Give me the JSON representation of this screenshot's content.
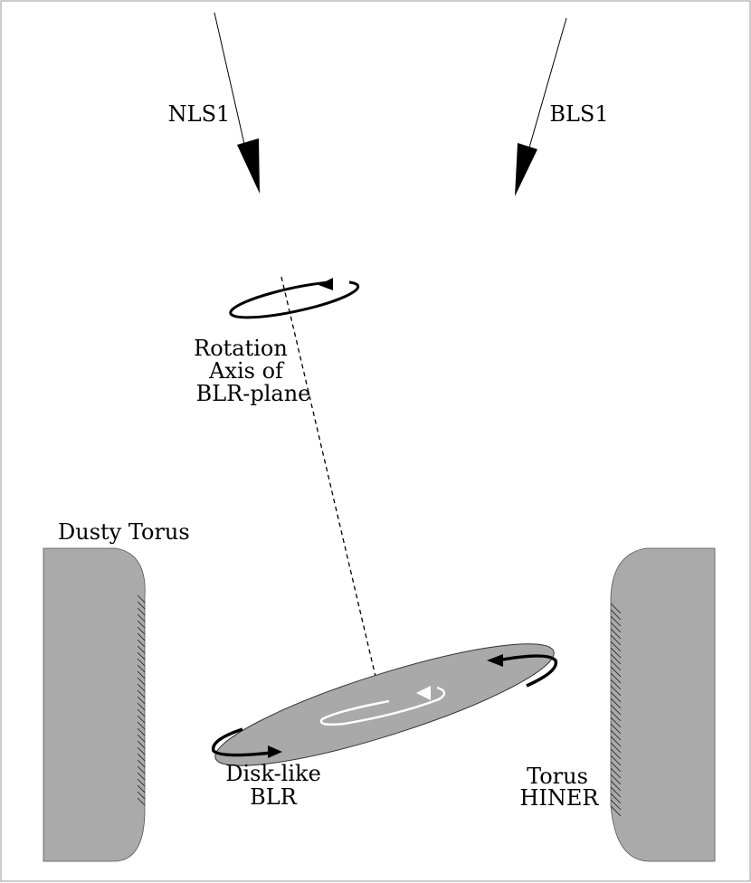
{
  "labels": {
    "nls1": "NLS1",
    "bls1": "BLS1",
    "rotation_line1": "Rotation",
    "rotation_line2": "Axis of",
    "rotation_line3": "BLR-plane",
    "dusty_torus": "Dusty Torus",
    "disk_line1": "Disk-like",
    "disk_line2": "BLR",
    "torus_hiner_line1": "Torus",
    "torus_hiner_line2": "HINER"
  },
  "colors": {
    "torus_fill": "#aaaaaa",
    "disk_fill": "#a9a9a9",
    "ink": "#000000",
    "inner_ring": "#ffffff",
    "frame": "#999999"
  }
}
